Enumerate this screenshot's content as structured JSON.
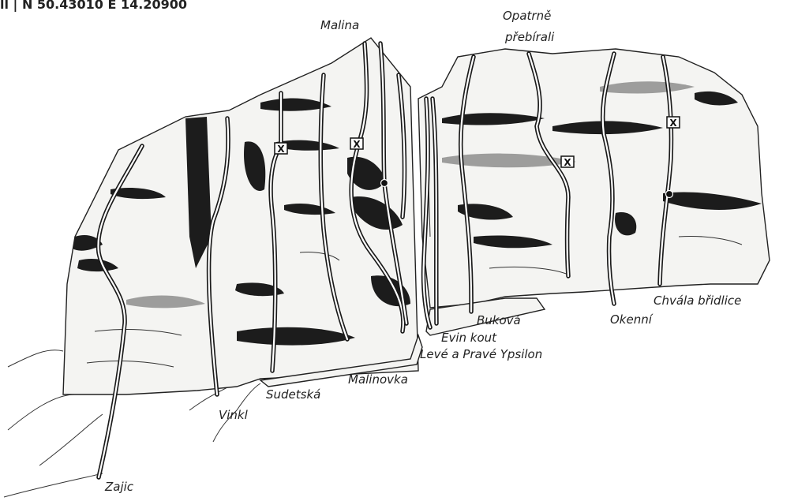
{
  "coordinates_text": "ll | N 50.43010 E 14.20900",
  "routes": [
    {
      "id": "zajic",
      "name": "Zajíc"
    },
    {
      "id": "vinkl",
      "name": "Vinkl"
    },
    {
      "id": "sudetska",
      "name": "Sudetská"
    },
    {
      "id": "malinovka",
      "name": "Malinovka"
    },
    {
      "id": "malina",
      "name": "Malina"
    },
    {
      "id": "leve-a-prave-ypsilon",
      "name": "Levé a Pravé Ypsilon"
    },
    {
      "id": "evin-kout",
      "name": "Evin kout"
    },
    {
      "id": "bukova",
      "name": "Buková"
    },
    {
      "id": "opatrne-prebirali",
      "name": "Opatrně přebírali"
    },
    {
      "id": "okenni",
      "name": "Okenní"
    },
    {
      "id": "chvala-bridlice",
      "name": "Chvála břidlice"
    }
  ],
  "labels": {
    "zajic": "Zajic",
    "vinkl": "Vinkl",
    "sudetska": "Sudetská",
    "malinovka": "Malinovka",
    "malina": "Malina",
    "leve_a_prave_ypsilon": "Levé a Pravé Ypsilon",
    "evin_kout": "Evin kout",
    "bukova": "Buková",
    "opatrne_line1": "Opatrně",
    "opatrne_line2": "přebírali",
    "okenni": "Okenní",
    "chvala_bridlice": "Chvála břidlice"
  }
}
